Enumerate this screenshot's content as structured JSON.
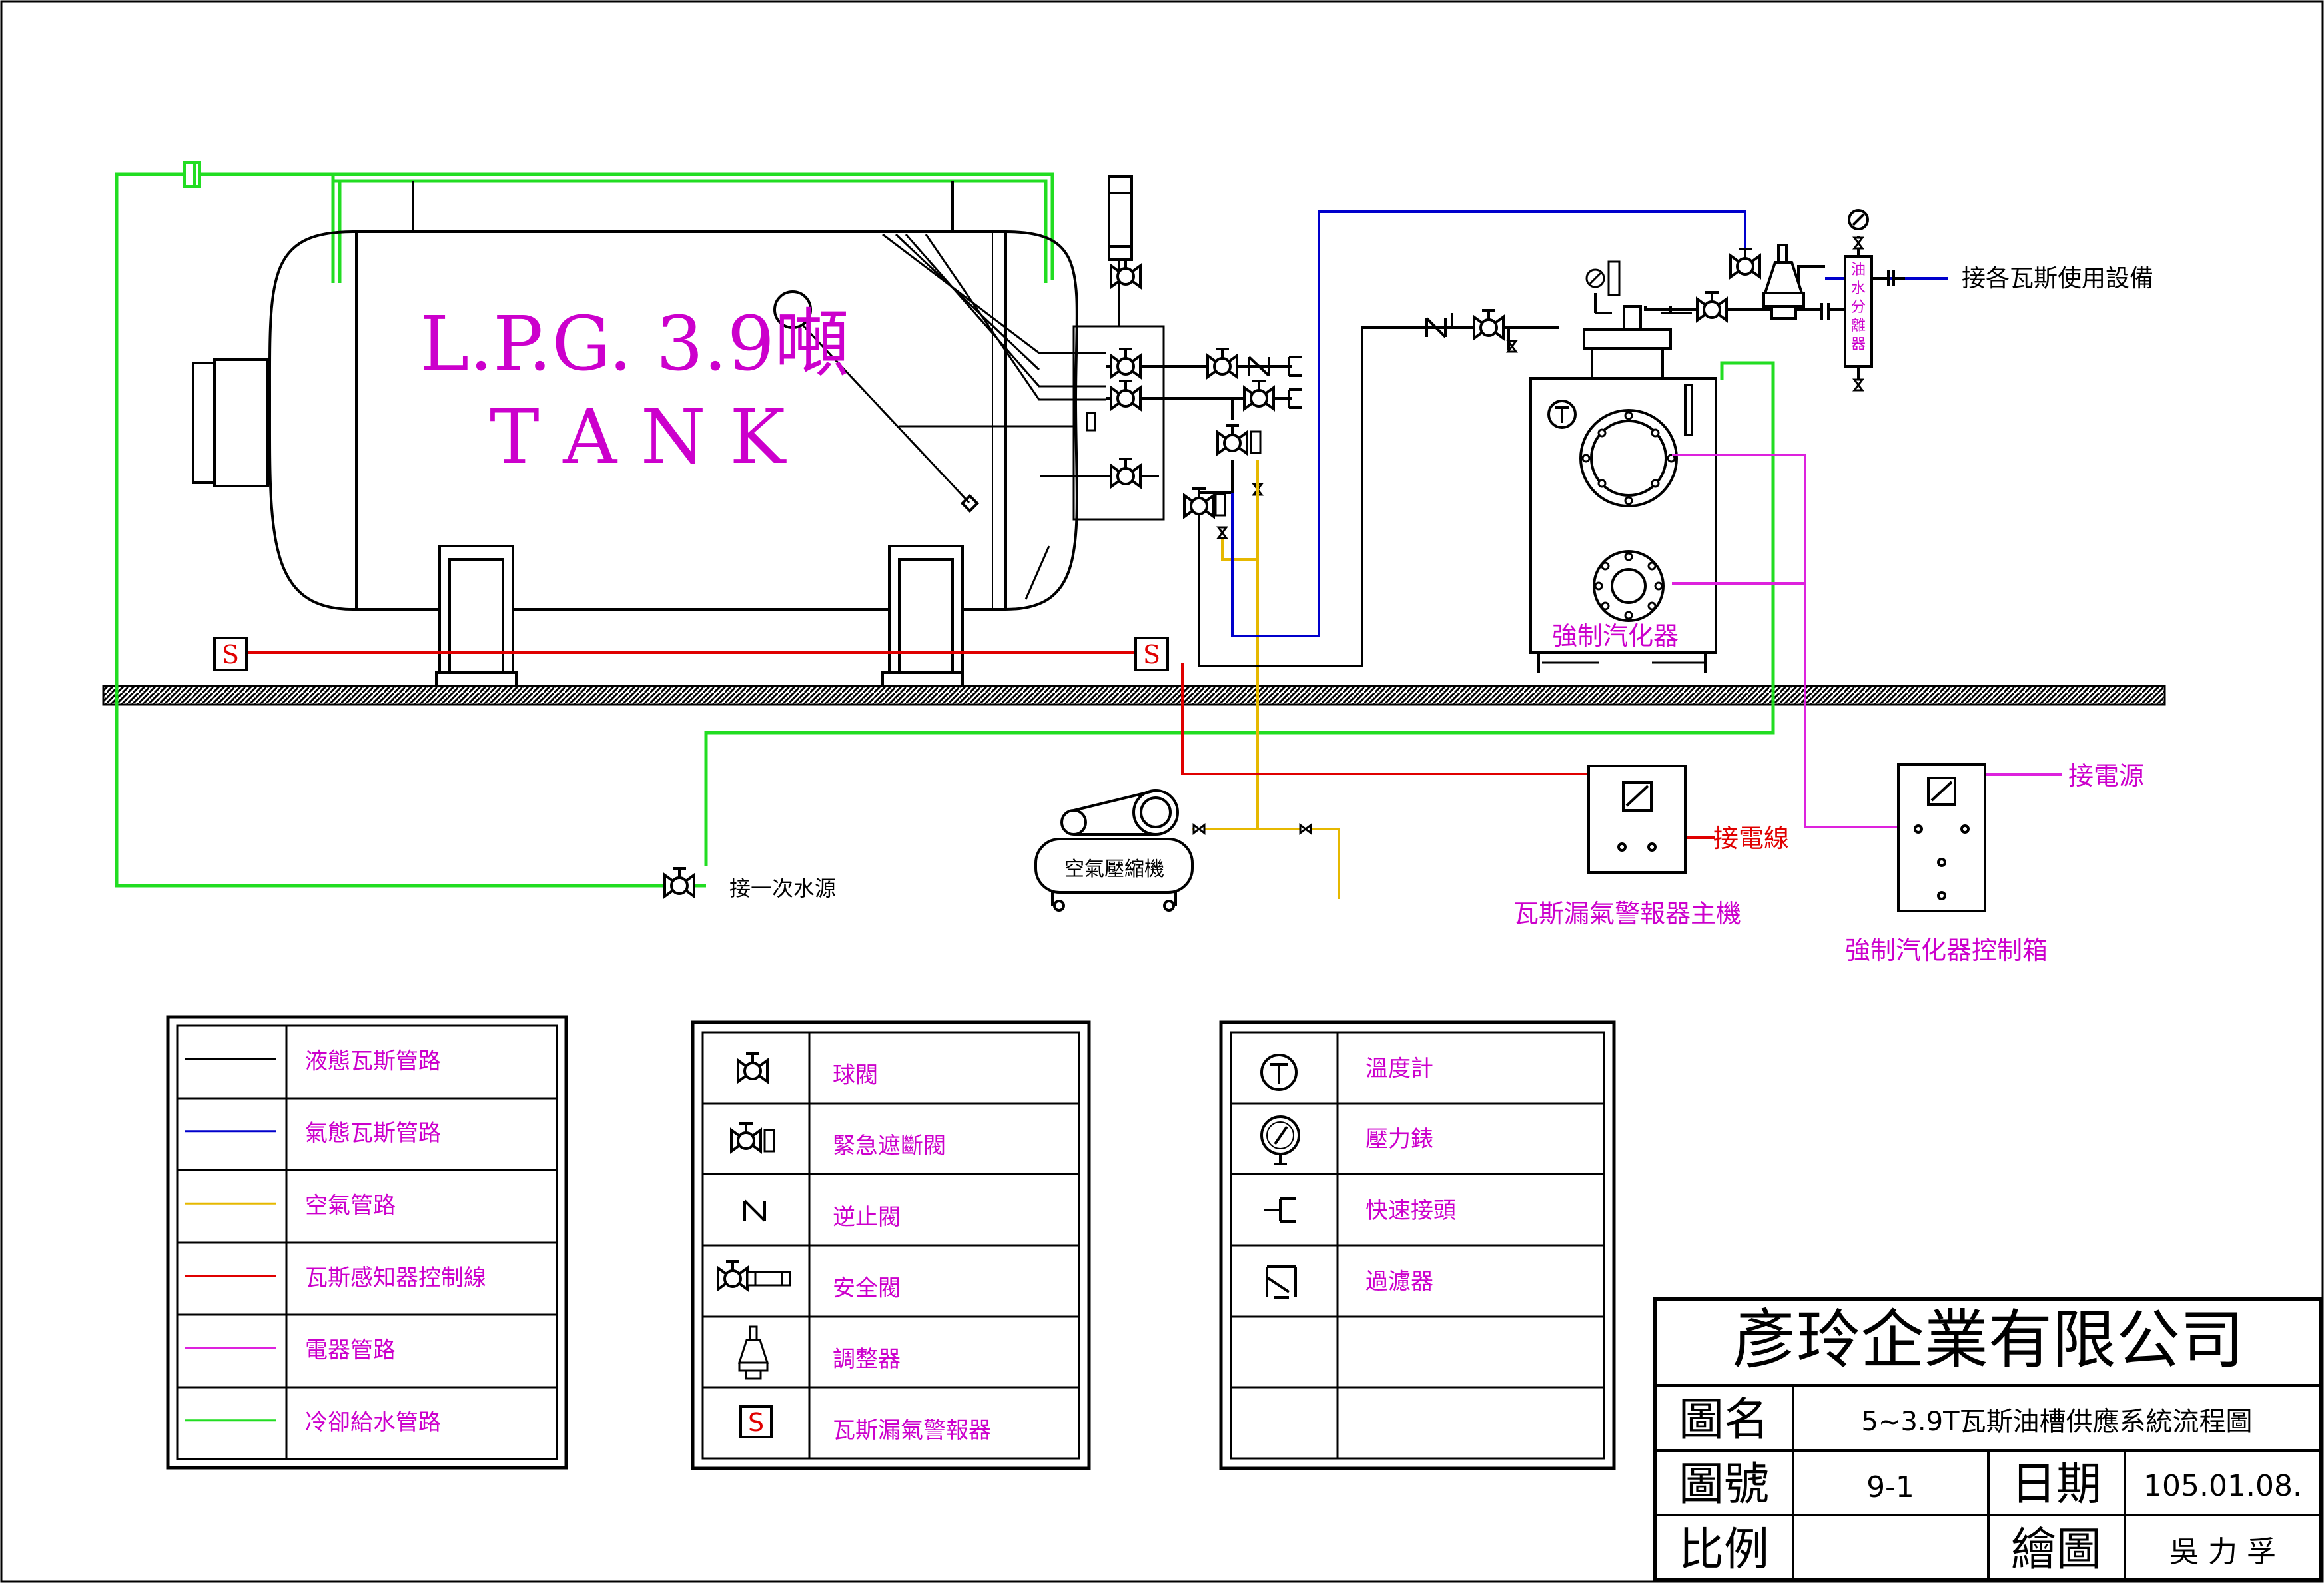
{
  "tank": {
    "line1": "L.P.G. 3.9噸",
    "line2": "T A N K"
  },
  "labels": {
    "vaporizer": "強制汽化器",
    "air_compressor": "空氣壓縮機",
    "primary_water": "接一次水源",
    "gas_equipment": "接各瓦斯使用設備",
    "power_line": "接電線",
    "power_source": "接電源",
    "alarm_main": "瓦斯漏氣警報器主機",
    "vaporizer_control": "強制汽化器控制箱",
    "separator": "油水分離器",
    "sensor": "S"
  },
  "colors": {
    "liquid": "#000000",
    "gas": "#0000cc",
    "air": "#e6b800",
    "sensor_line": "#e00000",
    "electric": "#dd22dd",
    "water": "#22dd22",
    "label_magenta": "#cc00cc"
  },
  "legend_lines": [
    {
      "label": "液態瓦斯管路",
      "color": "#000000"
    },
    {
      "label": "氣態瓦斯管路",
      "color": "#0000cc"
    },
    {
      "label": "空氣管路",
      "color": "#e6b800"
    },
    {
      "label": "瓦斯感知器控制線",
      "color": "#e00000"
    },
    {
      "label": "電器管路",
      "color": "#dd22dd"
    },
    {
      "label": "冷卻給水管路",
      "color": "#22dd22"
    }
  ],
  "legend_symbols_1": [
    {
      "label": "球閥",
      "icon": "ball-valve-icon"
    },
    {
      "label": "緊急遮斷閥",
      "icon": "emergency-shutoff-valve-icon"
    },
    {
      "label": "逆止閥",
      "icon": "check-valve-icon"
    },
    {
      "label": "安全閥",
      "icon": "safety-valve-icon"
    },
    {
      "label": "調整器",
      "icon": "regulator-icon"
    },
    {
      "label": "瓦斯漏氣警報器",
      "icon": "gas-alarm-icon"
    }
  ],
  "legend_symbols_2": [
    {
      "label": "溫度計",
      "icon": "thermometer-icon"
    },
    {
      "label": "壓力錶",
      "icon": "pressure-gauge-icon"
    },
    {
      "label": "快速接頭",
      "icon": "quick-coupling-icon"
    },
    {
      "label": "過濾器",
      "icon": "filter-icon"
    },
    {
      "label": "",
      "icon": ""
    },
    {
      "label": "",
      "icon": ""
    }
  ],
  "title_block": {
    "company": "彥玲企業有限公司",
    "name_label": "圖名",
    "name_value": "5~3.9T瓦斯油槽供應系統流程圖",
    "number_label": "圖號",
    "number_value": "9-1",
    "date_label": "日期",
    "date_value": "105.01.08.",
    "scale_label": "比例",
    "scale_value": "",
    "drawn_label": "繪圖",
    "drawn_value": "吳 力 孚"
  }
}
